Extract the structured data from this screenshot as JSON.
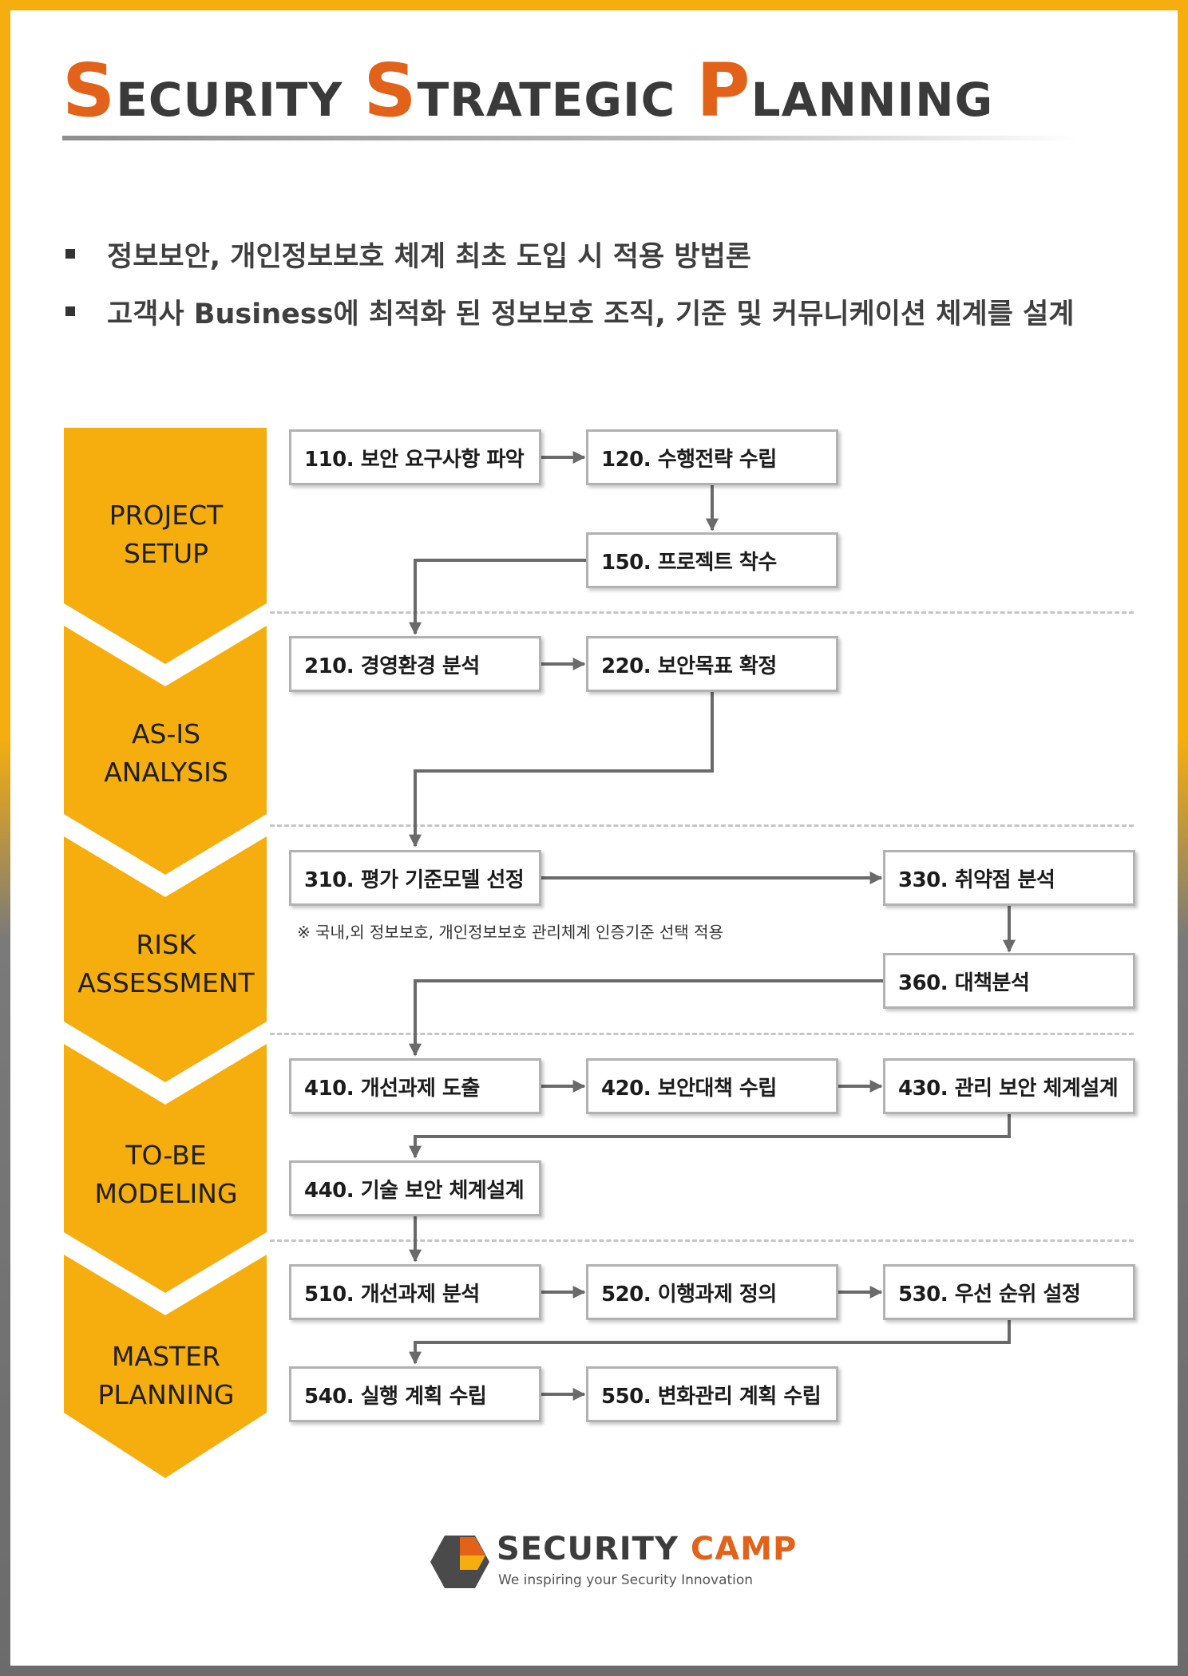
{
  "title": {
    "words": [
      {
        "initial": "S",
        "rest": "ECURITY"
      },
      {
        "initial": "S",
        "rest": "TRATEGIC"
      },
      {
        "initial": "P",
        "rest": "LANNING"
      }
    ]
  },
  "bullets": [
    "정보보안, 개인정보보호 체계 최초 도입 시 적용 방법론",
    "고객사 Business에 최적화 된 정보보호 조직, 기준 및 커뮤니케이션 체계를 설계"
  ],
  "phases": [
    {
      "line1": "PROJECT",
      "line2": "SETUP"
    },
    {
      "line1": "AS-IS",
      "line2": "ANALYSIS"
    },
    {
      "line1": "RISK",
      "line2": "ASSESSMENT"
    },
    {
      "line1": "TO-BE",
      "line2": "MODELING"
    },
    {
      "line1": "MASTER",
      "line2": "PLANNING"
    }
  ],
  "steps": {
    "s110": "110. 보안 요구사항 파악",
    "s120": "120. 수행전략 수립",
    "s150": "150. 프로젝트 착수",
    "s210": "210. 경영환경 분석",
    "s220": "220. 보안목표 확정",
    "s310": "310. 평가 기준모델 선정",
    "s330": "330. 취약점 분석",
    "s360": "360. 대책분석",
    "s410": "410. 개선과제 도출",
    "s420": "420. 보안대책 수립",
    "s430": "430. 관리 보안 체계설계",
    "s440": "440. 기술 보안 체계설계",
    "s510": "510. 개선과제 분석",
    "s520": "520. 이행과제 정의",
    "s530": "530. 우선 순위 설정",
    "s540": "540. 실행 계획 수립",
    "s550": "550. 변화관리 계획 수립"
  },
  "note": "※ 국내,외 정보보호, 개인정보보호 관리체계 인증기준 선택 적용",
  "logo": {
    "name_main": "SECURITY",
    "name_accent": "CAMP",
    "tagline": "We inspiring your Security Innovation"
  },
  "colors": {
    "accent": "#e2621a",
    "phase": "#f5ae0e",
    "text": "#3a3a3a"
  }
}
